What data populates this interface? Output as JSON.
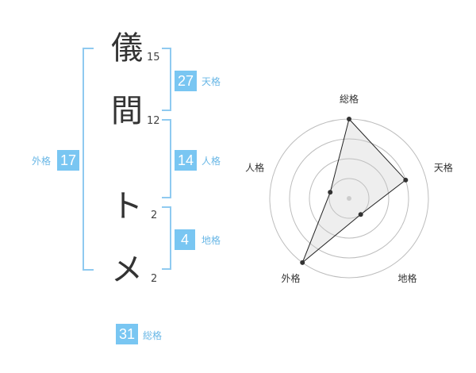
{
  "name": {
    "chars": [
      {
        "char": "儀",
        "strokes": "15"
      },
      {
        "char": "間",
        "strokes": "12"
      },
      {
        "char": "ト",
        "strokes": "2"
      },
      {
        "char": "メ",
        "strokes": "2"
      }
    ]
  },
  "fortunes": {
    "tenkaku": {
      "value": "27",
      "label": "天格"
    },
    "jinkaku": {
      "value": "14",
      "label": "人格"
    },
    "chikaku": {
      "value": "4",
      "label": "地格"
    },
    "gaikaku": {
      "value": "17",
      "label": "外格"
    },
    "soukaku": {
      "value": "31",
      "label": "総格"
    }
  },
  "chart_data": {
    "type": "radar",
    "axes": [
      "総格",
      "天格",
      "地格",
      "外格",
      "人格"
    ],
    "values": [
      4,
      3,
      1,
      4,
      1
    ],
    "range": [
      0,
      4
    ],
    "rings": 4
  },
  "colors": {
    "accent": "#79c6f2",
    "bracket": "#8fcaf0",
    "label": "#69b7e6",
    "text": "#333333"
  }
}
